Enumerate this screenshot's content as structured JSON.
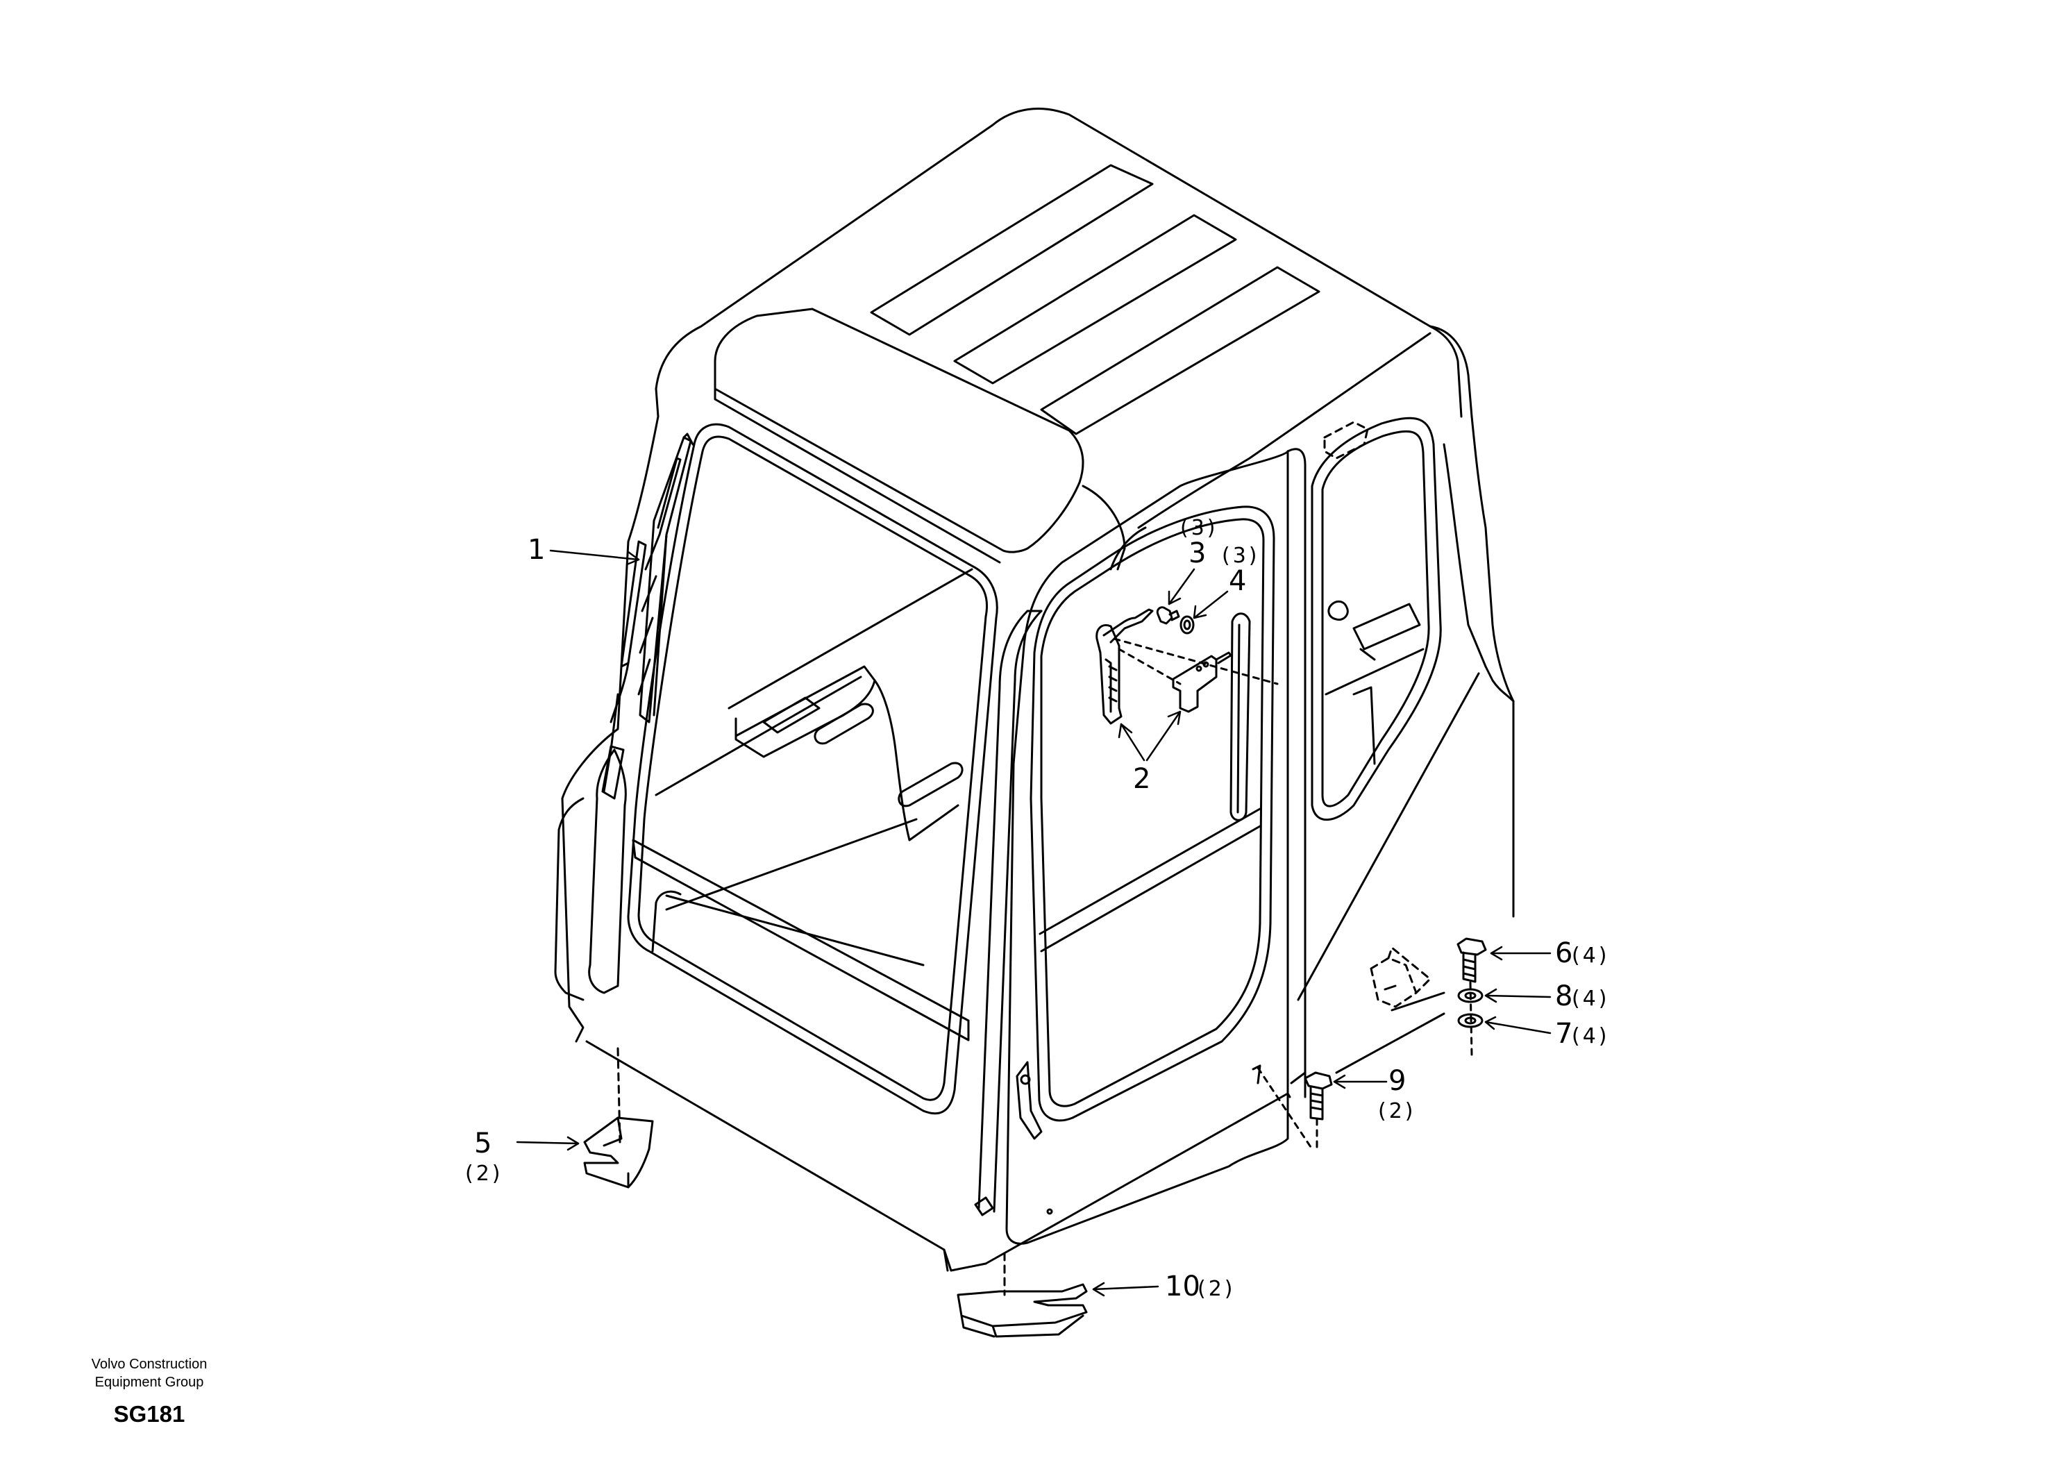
{
  "callouts": {
    "c1": "1",
    "c2": "2",
    "c3": "3",
    "c3_qty": "(3)",
    "c4": "4",
    "c4_qty": "(3)",
    "c5": "5",
    "c5_qty": "(2)",
    "c6": "6",
    "c6_qty": "(4)",
    "c7": "7",
    "c7_qty": "(4)",
    "c8": "8",
    "c8_qty": "(4)",
    "c9": "9",
    "c9_qty": "(2)",
    "c10": "10",
    "c10_qty": "(2)"
  },
  "footer": {
    "company_line1": "Volvo Construction",
    "company_line2": "Equipment Group",
    "drawing_code": "SG181"
  }
}
